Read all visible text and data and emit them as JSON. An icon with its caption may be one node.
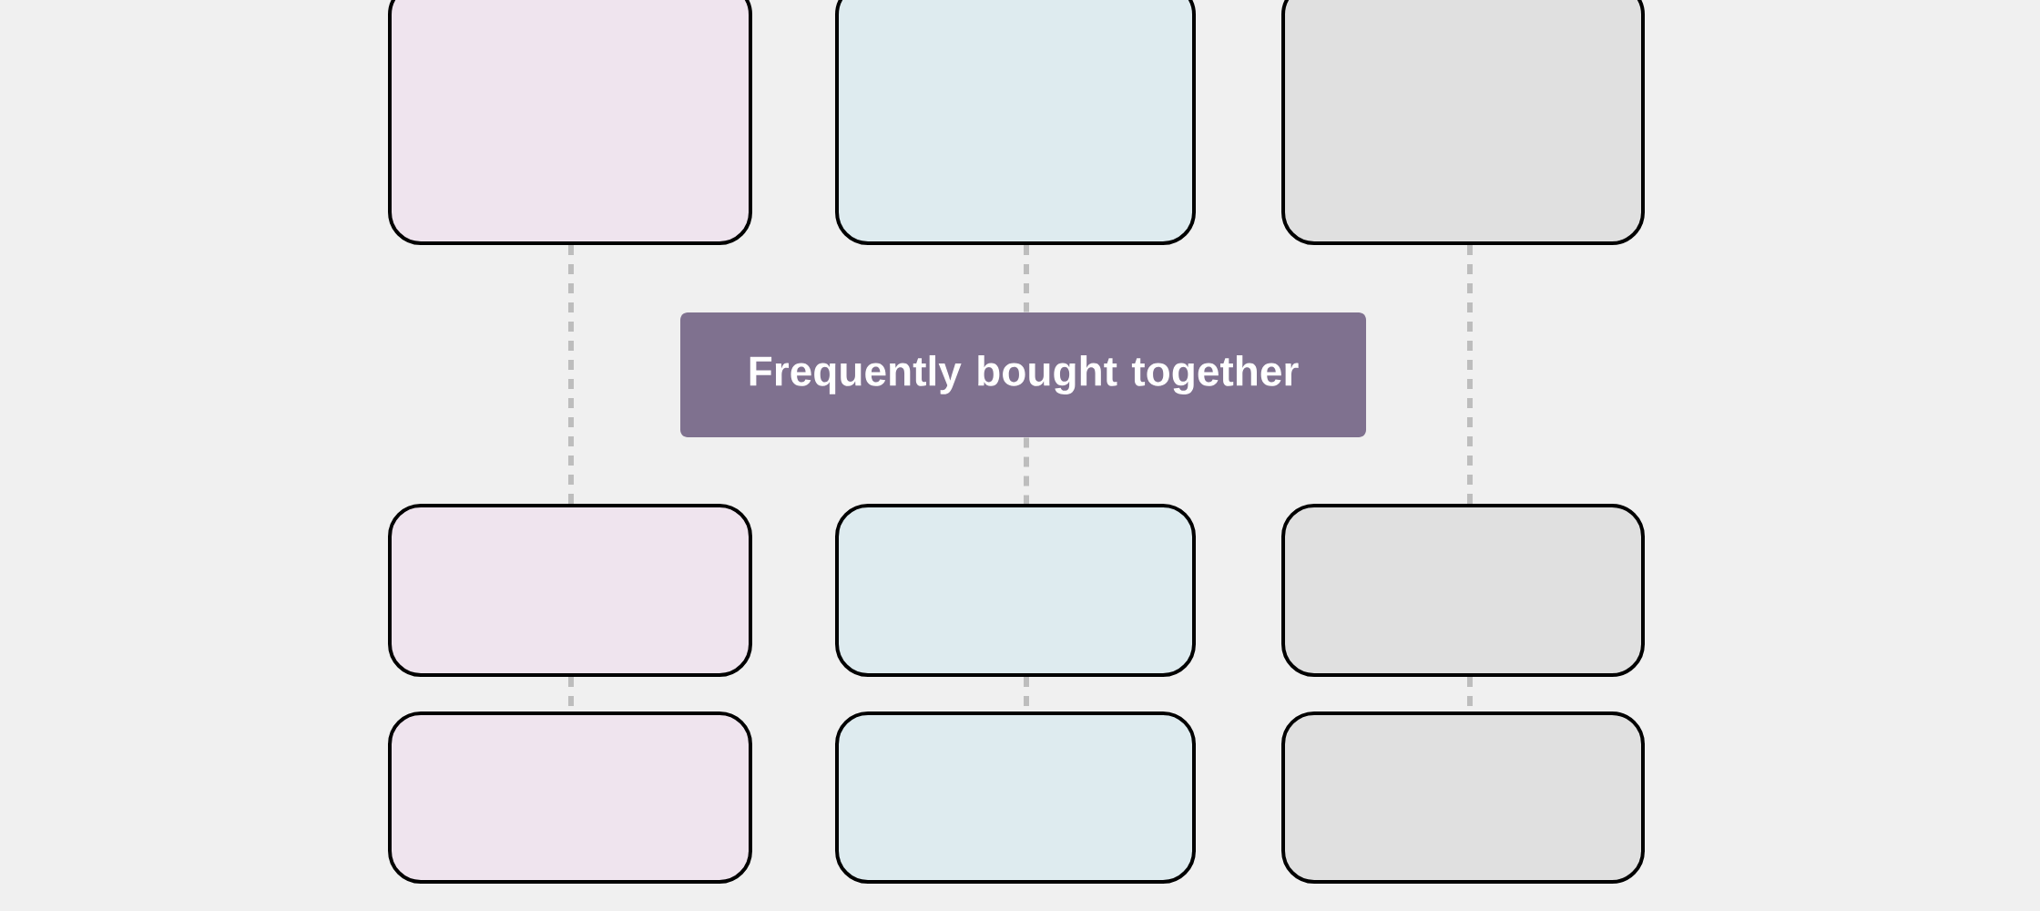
{
  "diagram": {
    "nodes": [
      {
        "text": [],
        "shape": "box"
      },
      {
        "text": [],
        "shape": "box"
      },
      {
        "text": [],
        "shape": "box"
      },
      {
        "text": [
          "Frequently bought together"
        ]
      },
      {
        "text": [],
        "shape": "box"
      },
      {
        "text": [],
        "shape": "box"
      },
      {
        "text": [],
        "shape": "box"
      },
      {
        "text": [],
        "shape": "box"
      },
      {
        "text": [],
        "shape": "box"
      },
      {
        "text": [],
        "shape": "box"
      }
    ],
    "edges": [
      {
        "from": 0,
        "to": 4,
        "arrow": "none",
        "style": "dashed"
      },
      {
        "from": 4,
        "to": 7,
        "arrow": "none",
        "style": "dashed"
      },
      {
        "from": 1,
        "to": 3,
        "arrow": "none",
        "style": "dashed"
      },
      {
        "from": 3,
        "to": 5,
        "arrow": "none",
        "style": "dashed"
      },
      {
        "from": 5,
        "to": 8,
        "arrow": "none",
        "style": "dashed"
      },
      {
        "from": 2,
        "to": 6,
        "arrow": "none",
        "style": "dashed"
      },
      {
        "from": 6,
        "to": 9,
        "arrow": "none",
        "style": "dashed"
      }
    ]
  }
}
